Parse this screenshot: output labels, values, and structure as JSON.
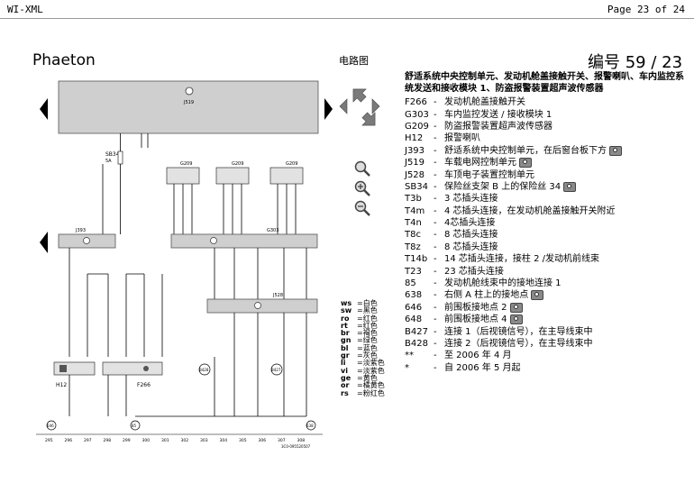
{
  "header": {
    "left": "WI-XML",
    "right": "Page 23 of 24"
  },
  "model": "Phaeton",
  "circuit_title": "电路图",
  "code_label": "编号",
  "code_value": "59 / 23",
  "desc_title": "舒适系统中央控制单元、发动机舱盖接触开关、报警喇叭、车内监控系统发送和接收模块 1、防盗报警装置超声波传感器",
  "components": [
    {
      "code": "F266",
      "text": "发动机舱盖接触开关",
      "cam": false
    },
    {
      "code": "G303",
      "text": "车内监控发送 / 接收模块 1",
      "cam": false
    },
    {
      "code": "G209",
      "text": "防盗报警装置超声波传感器",
      "cam": false
    },
    {
      "code": "H12",
      "text": "报警喇叭",
      "cam": false
    },
    {
      "code": "J393",
      "text": "舒适系统中央控制单元，在后窗台板下方",
      "cam": true
    },
    {
      "code": "J519",
      "text": "车载电网控制单元",
      "cam": true
    },
    {
      "code": "J528",
      "text": "车顶电子装置控制单元",
      "cam": false
    },
    {
      "code": "SB34",
      "text": "保险丝支架 B 上的保险丝 34",
      "cam": true
    },
    {
      "code": "T3b",
      "text": "3 芯插头连接",
      "cam": false
    },
    {
      "code": "T4m",
      "text": "4 芯插头连接，在发动机舱盖接触开关附近",
      "cam": false
    },
    {
      "code": "T4n",
      "text": "4芯插头连接",
      "cam": false
    },
    {
      "code": "T8c",
      "text": "8 芯插头连接",
      "cam": false
    },
    {
      "code": "T8z",
      "text": "8 芯插头连接",
      "cam": false
    },
    {
      "code": "T14b",
      "text": "14 芯插头连接，接柱 2 /发动机前线束",
      "cam": false
    },
    {
      "code": "T23",
      "text": "23 芯插头连接",
      "cam": false
    },
    {
      "code": "85",
      "text": "发动机舱线束中的接地连接 1",
      "cam": false
    },
    {
      "code": "638",
      "text": "右侧 A 柱上的接地点",
      "cam": true
    },
    {
      "code": "646",
      "text": "前围板接地点 2",
      "cam": true
    },
    {
      "code": "648",
      "text": "前围板接地点 4",
      "cam": true
    },
    {
      "code": "B427",
      "text": "连接 1（后视镜信号），在主导线束中",
      "cam": false
    },
    {
      "code": "B428",
      "text": "连接 2（后视镜信号），在主导线束中",
      "cam": false
    },
    {
      "code": "**",
      "text": "至 2006 年 4 月",
      "cam": false
    },
    {
      "code": "*",
      "text": "自 2006 年 5 月起",
      "cam": false
    }
  ],
  "legend": [
    {
      "k": "ws",
      "v": "白色"
    },
    {
      "k": "sw",
      "v": "黑色"
    },
    {
      "k": "ro",
      "v": "红色"
    },
    {
      "k": "rt",
      "v": "红色"
    },
    {
      "k": "br",
      "v": "褐色"
    },
    {
      "k": "gn",
      "v": "绿色"
    },
    {
      "k": "bl",
      "v": "蓝色"
    },
    {
      "k": "gr",
      "v": "灰色"
    },
    {
      "k": "li",
      "v": "淡紫色"
    },
    {
      "k": "vi",
      "v": "淡紫色"
    },
    {
      "k": "ge",
      "v": "黄色"
    },
    {
      "k": "or",
      "v": "橘黄色"
    },
    {
      "k": "rs",
      "v": "粉红色"
    }
  ],
  "diagram": {
    "j519": "J519",
    "j393": "J393",
    "g303": "G303",
    "h12": "H12",
    "f266": "F266",
    "j528": "J528",
    "sb34": "SB34",
    "sb34_amp": "5A",
    "g209": [
      "G209",
      "G209",
      "G209"
    ],
    "ground_left": "646",
    "ground_mid": "85",
    "ground_right": "638",
    "b428": "B428",
    "b427": "B427",
    "doc_code": "3C0-095520507",
    "col_numbers": [
      "295",
      "296",
      "297",
      "298",
      "299",
      "300",
      "301",
      "302",
      "303",
      "304",
      "305",
      "306",
      "307",
      "308"
    ]
  }
}
